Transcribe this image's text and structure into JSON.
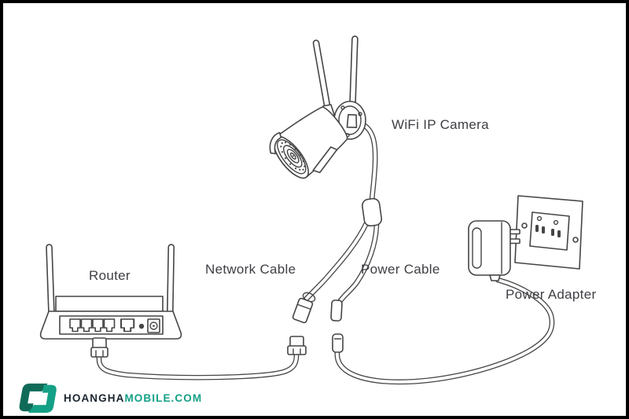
{
  "diagram": {
    "labels": {
      "camera": "WiFi IP Camera",
      "router": "Router",
      "network_cable": "Network Cable",
      "power_cable": "Power Cable",
      "power_adapter": "Power Adapter"
    }
  },
  "branding": {
    "site_primary": "HOANGHA",
    "site_secondary": "MOBILE.COM",
    "colors": {
      "teal": "#14a086",
      "navy": "#1b2530"
    }
  },
  "canvas": {
    "background": "#ffffff",
    "border_color": "#000000",
    "line_color": "#454545",
    "label_color": "#3e3e44"
  }
}
